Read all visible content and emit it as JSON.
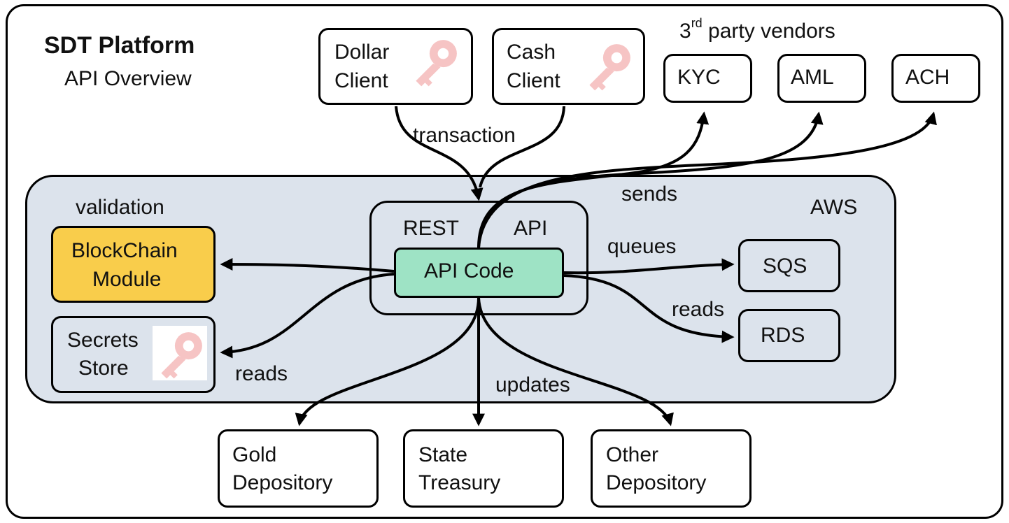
{
  "header": {
    "title": "SDT Platform",
    "subtitle": "API Overview"
  },
  "vendors": {
    "heading_base": "3",
    "heading_sup": "rd",
    "heading_rest": " party vendors",
    "kyc": "KYC",
    "aml": "AML",
    "ach": "ACH"
  },
  "clients": {
    "dollar": [
      "Dollar",
      "Client"
    ],
    "cash": [
      "Cash",
      "Client"
    ]
  },
  "aws": {
    "label": "AWS",
    "rest_left": "REST",
    "rest_right": "API",
    "api_code": "API Code",
    "validation": "validation",
    "blockchain": [
      "BlockChain",
      "Module"
    ],
    "secrets": [
      "Secrets",
      "Store"
    ],
    "sqs": "SQS",
    "rds": "RDS"
  },
  "edges": {
    "transaction": "transaction",
    "sends": "sends",
    "queues": "queues",
    "reads_rds": "reads",
    "reads_secrets": "reads",
    "updates": "updates"
  },
  "depositories": {
    "gold": [
      "Gold",
      "Depository"
    ],
    "state": [
      "State",
      "Treasury"
    ],
    "other": [
      "Other",
      "Depository"
    ]
  },
  "colors": {
    "aws_fill": "#dce3ec",
    "api_code_fill": "#9ee3c5",
    "blockchain_fill": "#f9cd4b",
    "key_color": "#f6c4c4",
    "line": "#000000"
  },
  "icons": [
    "key-icon"
  ]
}
